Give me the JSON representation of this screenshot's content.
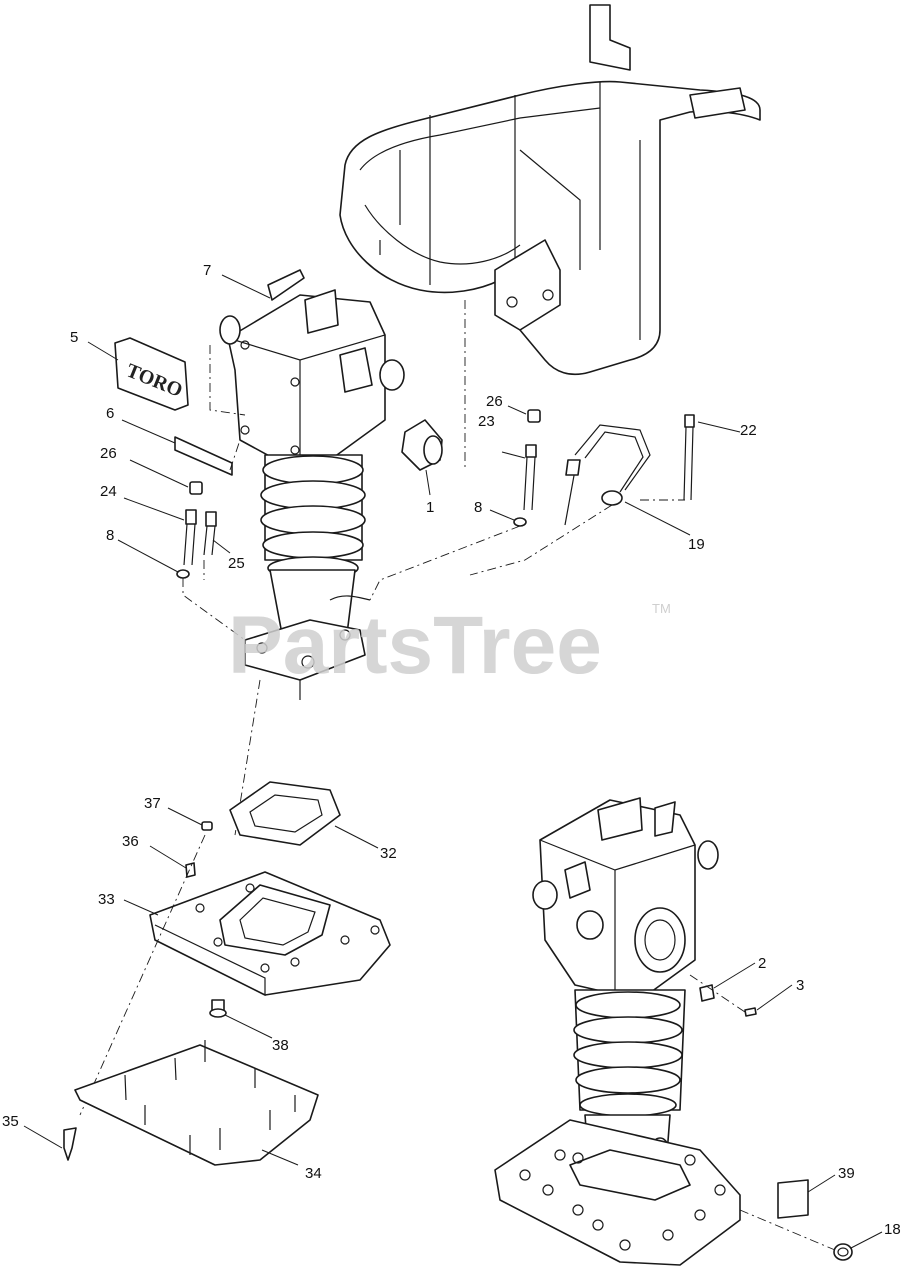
{
  "watermark": {
    "text": "PartsTree",
    "tm": "TM"
  },
  "decal_logo": "TORO",
  "callouts": [
    {
      "id": "c1",
      "label": "1"
    },
    {
      "id": "c2",
      "label": "2"
    },
    {
      "id": "c3",
      "label": "3"
    },
    {
      "id": "c5",
      "label": "5"
    },
    {
      "id": "c6",
      "label": "6"
    },
    {
      "id": "c7",
      "label": "7"
    },
    {
      "id": "c8a",
      "label": "8"
    },
    {
      "id": "c8b",
      "label": "8"
    },
    {
      "id": "c18",
      "label": "18"
    },
    {
      "id": "c19",
      "label": "19"
    },
    {
      "id": "c22",
      "label": "22"
    },
    {
      "id": "c23",
      "label": "23"
    },
    {
      "id": "c24",
      "label": "24"
    },
    {
      "id": "c25",
      "label": "25"
    },
    {
      "id": "c26a",
      "label": "26"
    },
    {
      "id": "c26b",
      "label": "26"
    },
    {
      "id": "c32",
      "label": "32"
    },
    {
      "id": "c33",
      "label": "33"
    },
    {
      "id": "c34",
      "label": "34"
    },
    {
      "id": "c35",
      "label": "35"
    },
    {
      "id": "c36",
      "label": "36"
    },
    {
      "id": "c37",
      "label": "37"
    },
    {
      "id": "c38",
      "label": "38"
    },
    {
      "id": "c39",
      "label": "39"
    }
  ]
}
